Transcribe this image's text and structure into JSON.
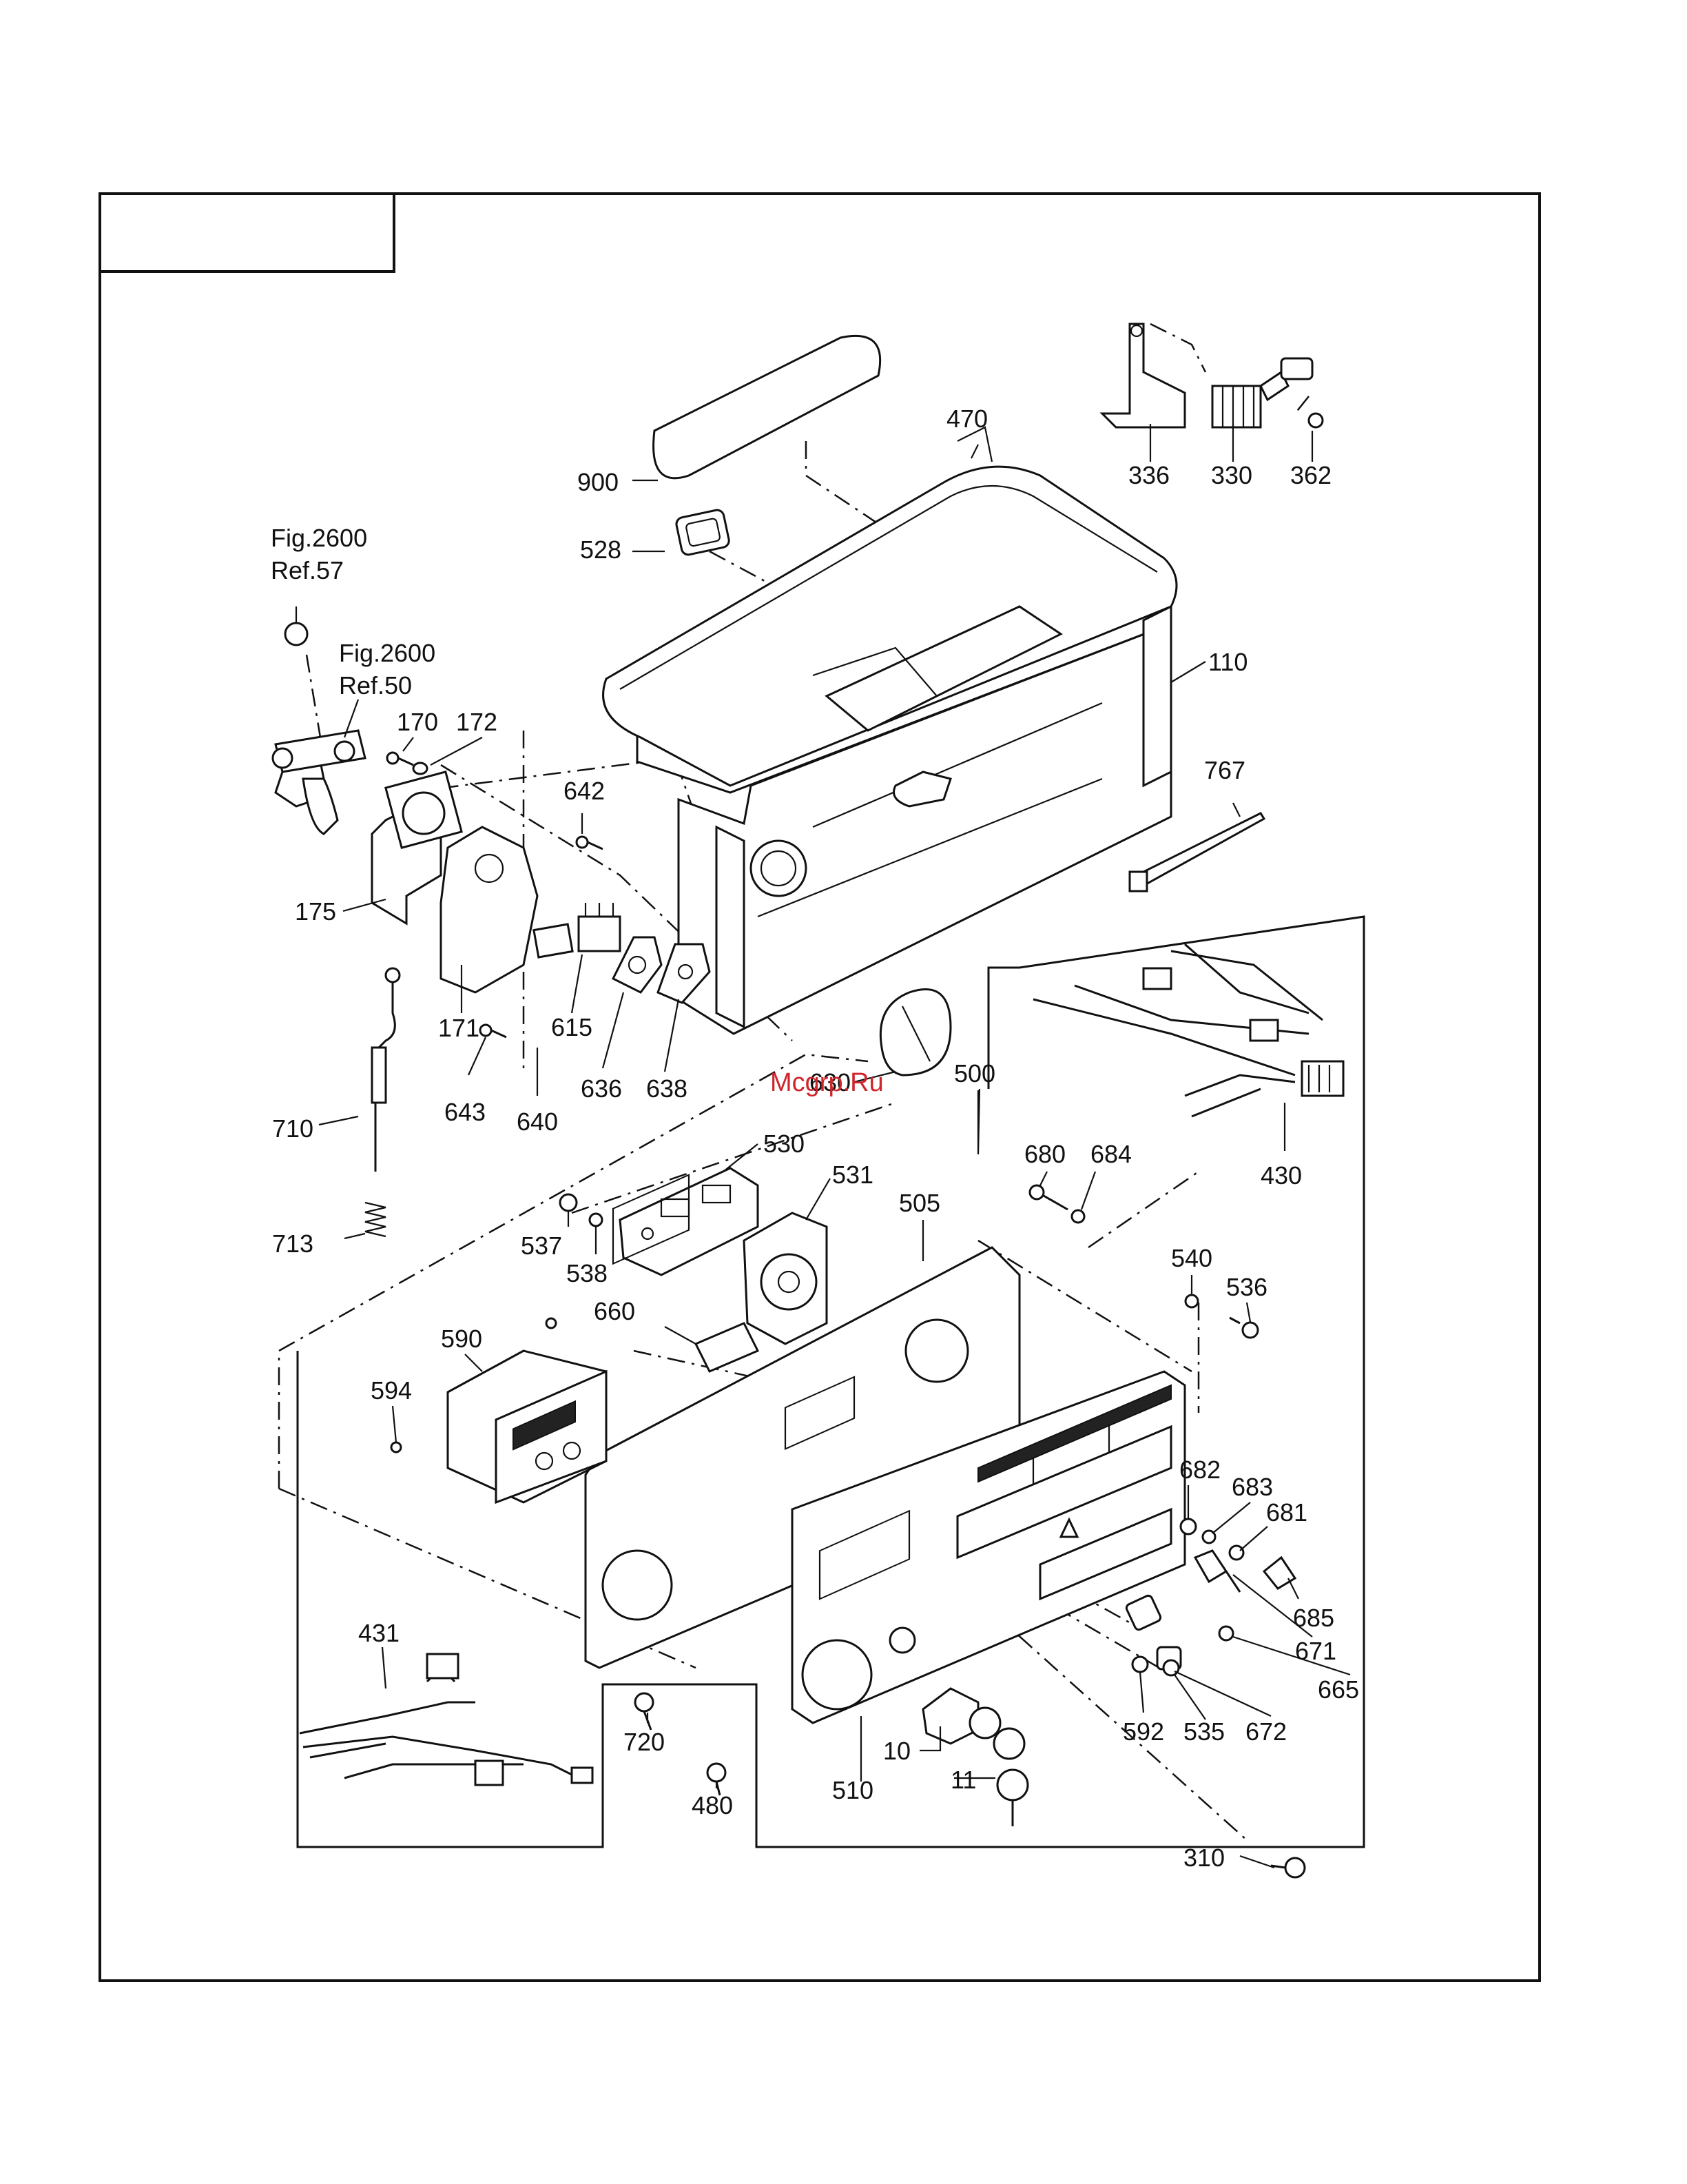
{
  "watermark": "Mcgrp.Ru",
  "references": {
    "fig2600_ref57": [
      "Fig.2600",
      "Ref.57"
    ],
    "fig2600_ref50": [
      "Fig.2600",
      "Ref.50"
    ]
  },
  "callouts": {
    "c900": "900",
    "c470": "470",
    "c528": "528",
    "c336": "336",
    "c330": "330",
    "c362": "362",
    "c110": "110",
    "c170": "170",
    "c172": "172",
    "c642": "642",
    "c767": "767",
    "c175": "175",
    "c171": "171",
    "c615": "615",
    "c636": "636",
    "c638": "638",
    "c630": "630",
    "c643": "643",
    "c640": "640",
    "c710": "710",
    "c500": "500",
    "c430": "430",
    "c530": "530",
    "c531": "531",
    "c680": "680",
    "c684": "684",
    "c713": "713",
    "c537": "537",
    "c538": "538",
    "c505": "505",
    "c540": "540",
    "c536": "536",
    "c660": "660",
    "c590": "590",
    "c594": "594",
    "c682": "682",
    "c683": "683",
    "c681": "681",
    "c685": "685",
    "c671": "671",
    "c665": "665",
    "c672": "672",
    "c535": "535",
    "c592": "592",
    "c431": "431",
    "c720": "720",
    "c480": "480",
    "c10": "10",
    "c11": "11",
    "c510": "510",
    "c310": "310"
  }
}
